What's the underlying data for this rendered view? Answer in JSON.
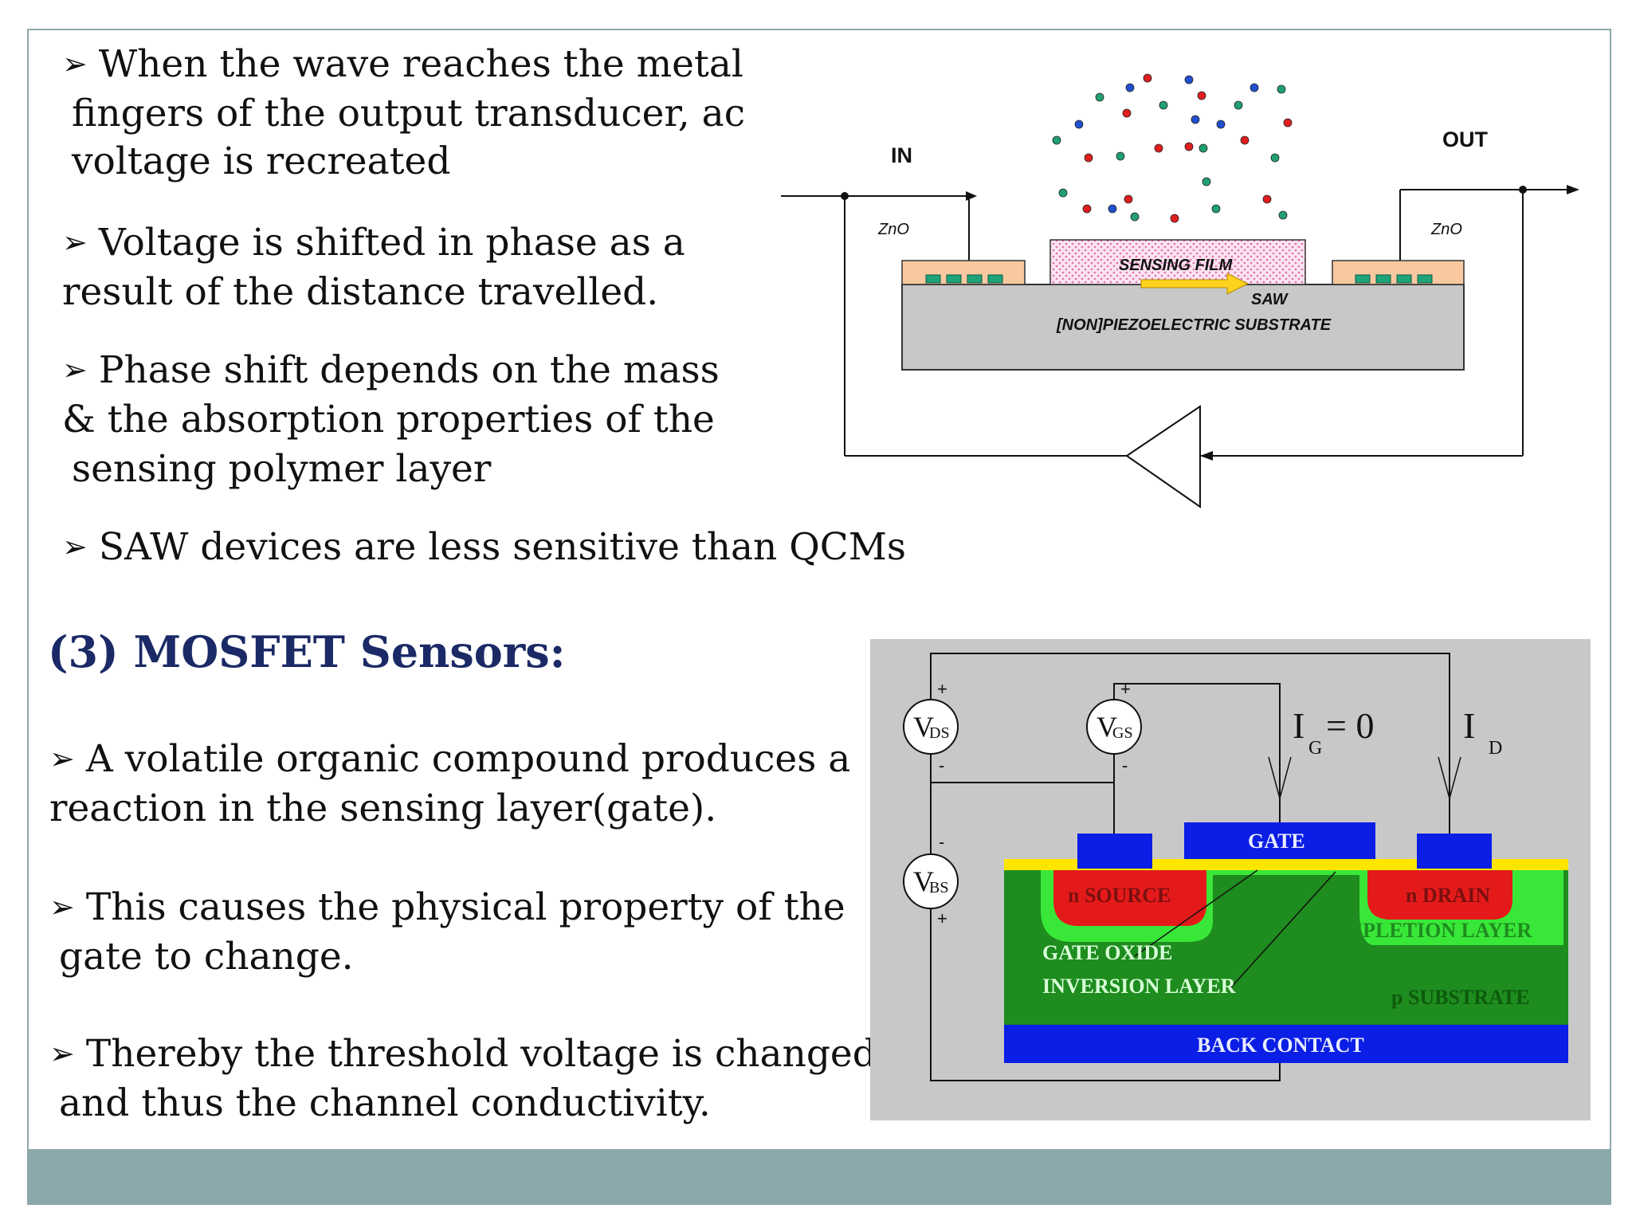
{
  "saw_bullets": [
    {
      "lines": [
        "When the wave reaches the metal",
        "fingers of the output transducer, ac",
        "voltage is recreated"
      ]
    },
    {
      "lines": [
        "Voltage is shifted in phase as a",
        "result of the distance travelled."
      ]
    },
    {
      "lines": [
        "Phase shift depends on the mass",
        "& the absorption properties of the",
        "sensing polymer layer"
      ]
    },
    {
      "lines": [
        "SAW devices are less sensitive than QCMs"
      ]
    }
  ],
  "section_heading": "(3) MOSFET Sensors:",
  "mosfet_bullets": [
    {
      "lines": [
        "A volatile organic compound produces a",
        "reaction in the sensing layer(gate)."
      ]
    },
    {
      "lines": [
        "This causes the physical property of the",
        "gate to change."
      ]
    },
    {
      "lines": [
        "Thereby the threshold voltage is changed",
        "and thus the channel conductivity."
      ]
    }
  ],
  "bullet_symbol": "➢",
  "saw_diagram": {
    "in_label": "IN",
    "out_label": "OUT",
    "zno_left": "ZnO",
    "zno_right": "ZnO",
    "film_label": "SENSING FILM",
    "saw_label": "SAW",
    "substrate_label": "[NON]PIEZOELECTRIC SUBSTRATE"
  },
  "mosfet_diagram": {
    "vds": {
      "main": "V",
      "sub": "DS"
    },
    "vgs": {
      "main": "V",
      "sub": "GS"
    },
    "vbs": {
      "main": "V",
      "sub": "BS"
    },
    "plus": "+",
    "minus": "-",
    "ig_main": "I",
    "ig_sub": "G",
    "ig_value": "= 0",
    "id_main": "I",
    "id_sub": "D",
    "gate": "GATE",
    "source": "n SOURCE",
    "drain": "n DRAIN",
    "depletion": "DEPLETION LAYER",
    "gate_oxide": "GATE OXIDE",
    "inversion": "INVERSION LAYER",
    "substrate": "p SUBSTRATE",
    "back_contact": "BACK CONTACT"
  },
  "colors": {
    "heading": "#1b2a66",
    "footer": "#8ba7a9",
    "frame": "#8ea9aa",
    "mosfet_bg": "#c8c8c8",
    "p_substrate": "#1e8c1e",
    "depletion": "#39e739",
    "n_region": "#e41a1a",
    "contact_blue": "#0a1ee6",
    "oxide_yellow": "#ffe600",
    "zno_fill": "#f8c9a0",
    "electrode": "#1fa37a",
    "substrate_gray": "#c8c8c8",
    "saw_arrow": "#ffd21e"
  },
  "molecule_colors": [
    "#e01e1e",
    "#2050d0",
    "#20a070"
  ]
}
